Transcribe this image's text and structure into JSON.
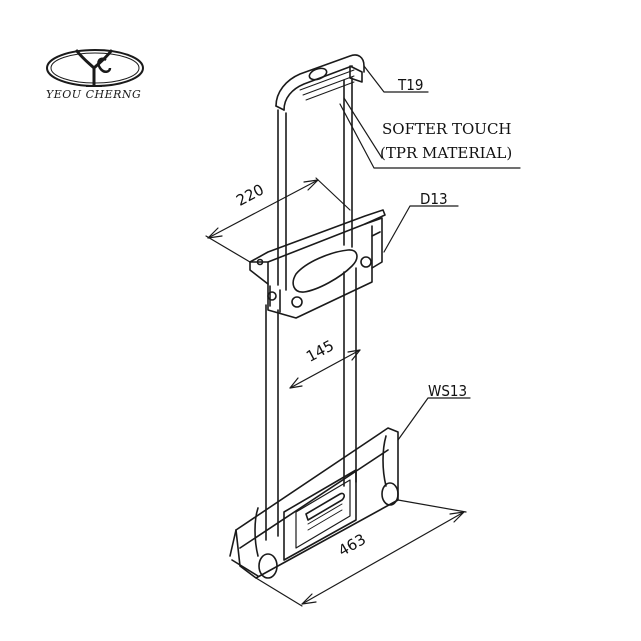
{
  "logo": {
    "monogram": "YC",
    "caption": "YEOU CHERNG"
  },
  "callouts": {
    "handle_grip": "T19",
    "grip_material_line1": "SOFTER TOUCH",
    "grip_material_line2": "(TPR MATERIAL)",
    "locking_bracket": "D13",
    "base_plate": "WS13"
  },
  "dimensions": {
    "bracket_width": "220",
    "tube_spacing": "145",
    "base_width": "463"
  },
  "colors": {
    "line": "#1a1a1a",
    "background": "#ffffff"
  }
}
